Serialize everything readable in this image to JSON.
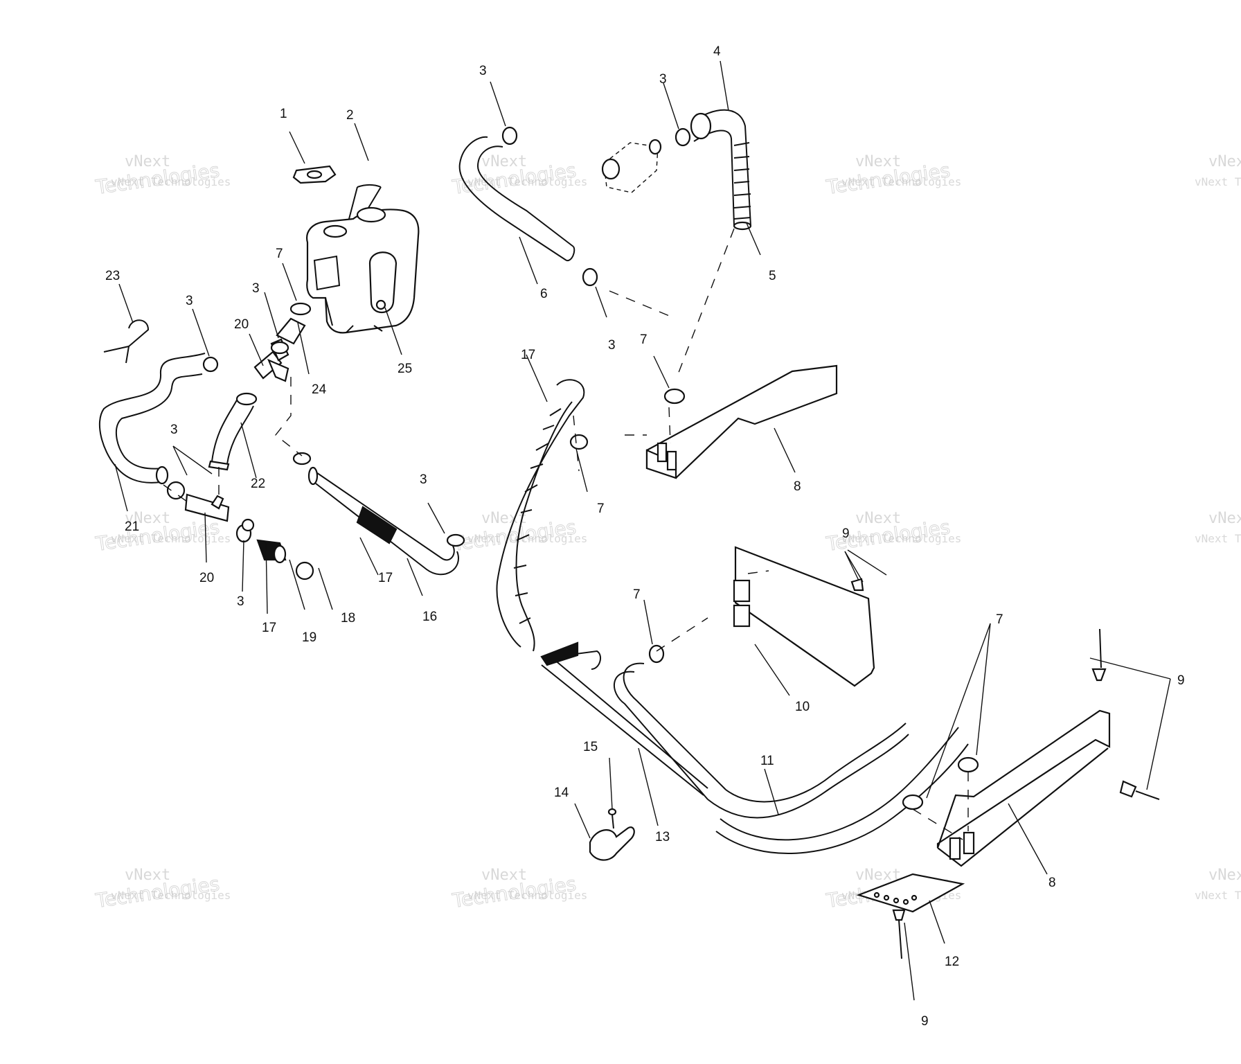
{
  "watermark": {
    "brand": "vNext",
    "line1": "vNext Technologies",
    "line2": "Technologies"
  },
  "callouts": [
    {
      "id": "c1",
      "text": "1"
    },
    {
      "id": "c2",
      "text": "2"
    },
    {
      "id": "c3a",
      "text": "3"
    },
    {
      "id": "c3b",
      "text": "3"
    },
    {
      "id": "c4",
      "text": "4"
    },
    {
      "id": "c5",
      "text": "5"
    },
    {
      "id": "c6",
      "text": "6"
    },
    {
      "id": "c3c",
      "text": "3"
    },
    {
      "id": "c23",
      "text": "23"
    },
    {
      "id": "c3d",
      "text": "3"
    },
    {
      "id": "c7a",
      "text": "7"
    },
    {
      "id": "c3e",
      "text": "3"
    },
    {
      "id": "c20a",
      "text": "20"
    },
    {
      "id": "c24",
      "text": "24"
    },
    {
      "id": "c25",
      "text": "25"
    },
    {
      "id": "c17a",
      "text": "17"
    },
    {
      "id": "c7b",
      "text": "7"
    },
    {
      "id": "c3f",
      "text": "3"
    },
    {
      "id": "c22",
      "text": "22"
    },
    {
      "id": "c21",
      "text": "21"
    },
    {
      "id": "c3g",
      "text": "3"
    },
    {
      "id": "c20b",
      "text": "20"
    },
    {
      "id": "c3h",
      "text": "3"
    },
    {
      "id": "c17b",
      "text": "17"
    },
    {
      "id": "c19",
      "text": "19"
    },
    {
      "id": "c18",
      "text": "18"
    },
    {
      "id": "c17c",
      "text": "17"
    },
    {
      "id": "c16",
      "text": "16"
    },
    {
      "id": "c8a",
      "text": "8"
    },
    {
      "id": "c7c",
      "text": "7"
    },
    {
      "id": "c9a",
      "text": "9"
    },
    {
      "id": "c7d",
      "text": "7"
    },
    {
      "id": "c10",
      "text": "10"
    },
    {
      "id": "c7e",
      "text": "7"
    },
    {
      "id": "c9b",
      "text": "9"
    },
    {
      "id": "c11",
      "text": "11"
    },
    {
      "id": "c15",
      "text": "15"
    },
    {
      "id": "c14",
      "text": "14"
    },
    {
      "id": "c13",
      "text": "13"
    },
    {
      "id": "c8b",
      "text": "8"
    },
    {
      "id": "c12",
      "text": "12"
    },
    {
      "id": "c9c",
      "text": "9"
    }
  ]
}
